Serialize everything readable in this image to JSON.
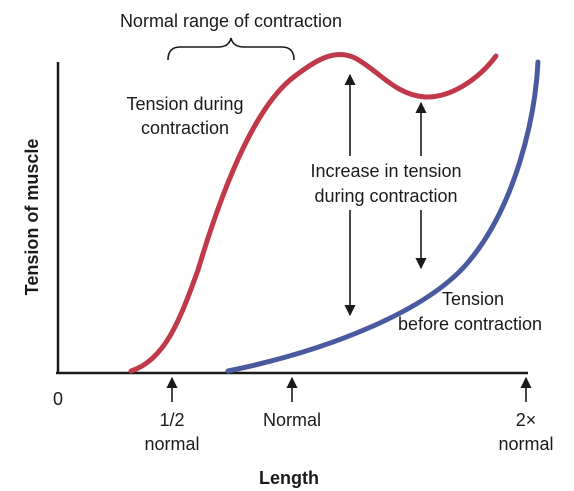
{
  "chart_data": {
    "type": "line",
    "xlabel": "Length",
    "ylabel": "Tension of muscle",
    "origin_label": "0",
    "x_ticks": [
      {
        "lines": [
          "1/2",
          "normal"
        ]
      },
      {
        "lines": [
          "Normal"
        ]
      },
      {
        "lines": [
          "2×",
          "normal"
        ]
      }
    ],
    "series": [
      {
        "name": "Tension during contraction",
        "color": "#c0394b"
      },
      {
        "name": "Tension before contraction",
        "color": "#4a5a9e"
      }
    ],
    "annotations": {
      "normal_range": "Normal range of contraction",
      "during_label": [
        "Tension during",
        "contraction"
      ],
      "increase_label": [
        "Increase in tension",
        "during contraction"
      ],
      "before_label": [
        "Tension",
        "before contraction"
      ]
    }
  }
}
